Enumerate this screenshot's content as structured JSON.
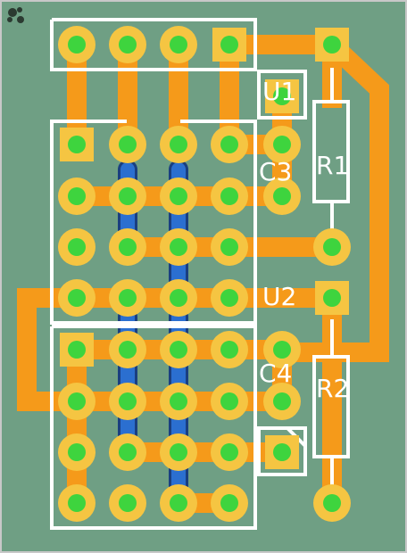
{
  "board": {
    "colors": {
      "substrate": "#6f9f84",
      "edge": "#c8c8c8",
      "copper_top": "#f59a1a",
      "copper_bottom": "#2b6fd0",
      "pad": "#f5c542",
      "drill": "#3ed43e",
      "silkscreen": "#ffffff",
      "marker": "#2b3a31"
    },
    "labels": {
      "u1": "U1",
      "u2": "U2",
      "c3": "C3",
      "c4": "C4",
      "r1": "R1",
      "r2": "R2"
    }
  }
}
